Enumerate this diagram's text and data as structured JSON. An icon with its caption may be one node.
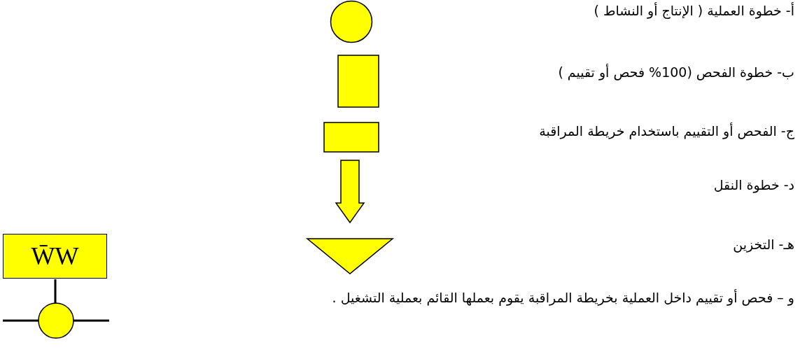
{
  "diagram": {
    "nodes": [
      {
        "text": [],
        "shape": "circle"
      },
      {
        "text": [],
        "shape": "box"
      },
      {
        "text": [],
        "shape": "box"
      },
      {
        "text": [],
        "shape": "arrow"
      },
      {
        "text": [],
        "shape": "triangle"
      },
      {
        "text": [
          "W̄W"
        ]
      },
      {
        "text": [],
        "shape": "circle"
      }
    ],
    "edges": [
      {
        "from": 5,
        "to": 6,
        "arrow": "none"
      }
    ],
    "labels": [
      "أ-  خطوة العملية ( الإنتاج أو النشاط )",
      "ب- خطوة الفحص (100% فحص أو تقييم )",
      "ج- الفحص أو التقييم باستخدام خريطة المراقبة",
      "د- خطوة النقل",
      "هـ- التخزين",
      "و – فحص أو تقييم داخل العملية بخريطة المراقبة يقوم بعملها القائم بعملية التشغيل ."
    ]
  }
}
